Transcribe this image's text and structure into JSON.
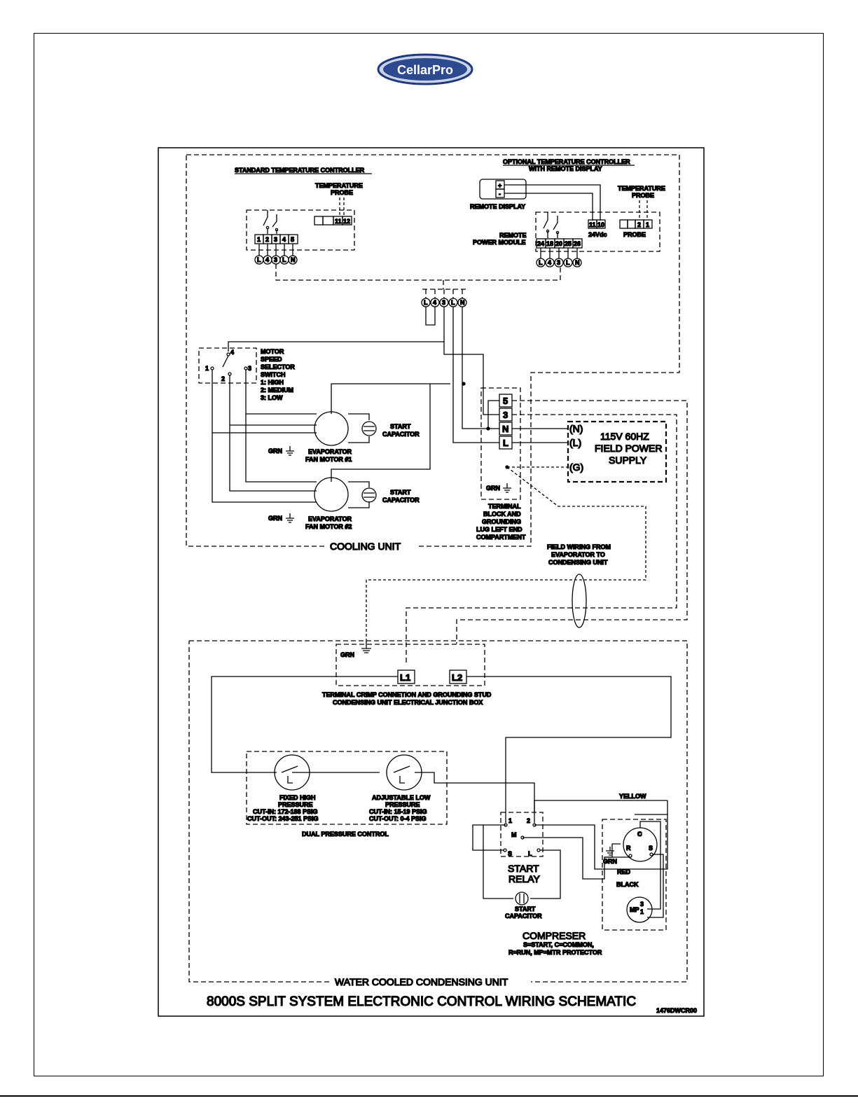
{
  "brand": {
    "logo_text": "CellarPro",
    "color": "#2e4a8f"
  },
  "schematic": {
    "title": "8000S SPLIT SYSTEM ELECTRONIC CONTROL WIRING SCHEMATIC",
    "drawing_no": "1476DWCR00",
    "std_controller": "STANDARD TEMPERATURE CONTROLLER",
    "temp_probe_1": "TEMPERATURE",
    "temp_probe_2": "PROBE",
    "std_terms_probe": [
      "11",
      "12"
    ],
    "std_terms_out": [
      "1",
      "2",
      "3",
      "4",
      "5"
    ],
    "circle_terms": [
      "L",
      "4",
      "3",
      "L",
      "N"
    ],
    "opt_controller_1": "OPTIONAL TEMPERATURE CONTROLLER",
    "opt_controller_2": "WITH REMOTE DISPLAY",
    "remote_display": "REMOTE DISPLAY",
    "remote_module_1": "REMOTE",
    "remote_module_2": "POWER MODULE",
    "opt_terms_out": [
      "24",
      "18",
      "20",
      "25",
      "26"
    ],
    "opt_terms_dc": [
      "11",
      "10"
    ],
    "vdc": "24Vdc",
    "probe": "PROBE",
    "probe_terms": [
      "2",
      "1"
    ],
    "plus": "+",
    "minus": "-",
    "motor_switch": [
      "MOTOR",
      "SPEED",
      "SELECTOR",
      "SWITCH",
      "1:  HIGH",
      "2:  MEDIUM",
      "3:  LOW"
    ],
    "switch_nums": [
      "1",
      "2",
      "3",
      "4"
    ],
    "start_cap_1": "START",
    "start_cap_2": "CAPACITOR",
    "grn": "GRN",
    "evap_1a": "EVAPORATOR",
    "evap_1b": "FAN MOTOR #1",
    "evap_2a": "EVAPORATOR",
    "evap_2b": "FAN MOTOR #2",
    "terminal_block": [
      "TERMINAL",
      "BLOCK AND",
      "GROUNDING",
      "LUG LEFT END",
      "COMPARTMENT"
    ],
    "tb_terms": [
      "5",
      "3",
      "N",
      "L"
    ],
    "supply_1": "115V  60HZ",
    "supply_2": "FIELD POWER",
    "supply_3": "SUPPLY",
    "supply_n": "(N)",
    "supply_l": "(L)",
    "supply_g": "(G)",
    "cooling_unit": "COOLING UNIT",
    "field_wiring": [
      "FIELD WIRING FROM",
      "EVAPORATOR TO",
      "CONDENSING UNIT"
    ],
    "l1": "L1",
    "l2": "L2",
    "junction_1": "TERMINAL CRIMP CONNETION AND GROUNDING STUD",
    "junction_2": "CONDENSING UNIT ELECTRICAL JUNCTION BOX",
    "hp_1": "FIXED HIGH",
    "hp_2": "PRESSURE",
    "hp_3": "CUT-IN:  172-188  PSIG",
    "hp_4": "CUT-OUT:  243-251  PSIG",
    "lp_1": "ADJUSTABLE LOW",
    "lp_2": "PRESSURE",
    "lp_3": "CUT-IN:  15-19  PSIG",
    "lp_4": "CUT-OUT:  0-4  PSIG",
    "dual_pressure": "DUAL PRESSURE CONTROL",
    "relay_terms": [
      "1",
      "2",
      "M",
      "S",
      "L"
    ],
    "start_relay_1": "START",
    "start_relay_2": "RELAY",
    "yellow": "YELLOW",
    "red": "RED",
    "black": "BLACK",
    "comp_terms": [
      "C",
      "R",
      "S"
    ],
    "mp_terms": [
      "MP",
      "3",
      "1"
    ],
    "compresser": "COMPRESER",
    "comp_legend_1": "S=START,  C=COMMON,",
    "comp_legend_2": "R=RUN,  MP=MTR PROTECTOR",
    "water_cooled": "WATER  COOLED  CONDENSING  UNIT"
  }
}
